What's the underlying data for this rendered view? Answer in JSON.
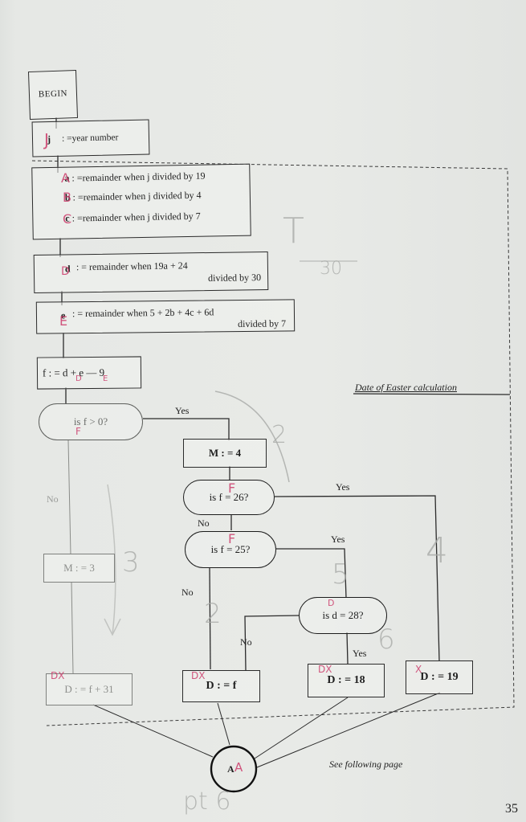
{
  "flowchart": {
    "title": "Date of Easter calculation",
    "begin": "BEGIN",
    "steps": {
      "j": ": =year number",
      "a": ": =remainder when j divided by 19",
      "b": ": =remainder when j divided by  4",
      "c": ": =remainder when j divided by  7",
      "d_line1": ": = remainder when 19a + 24",
      "d_line2": "divided by 30",
      "e_line1": ": = remainder when 5 + 2b + 4c + 6d",
      "e_line2": "divided by 7",
      "f": "f  : = d + e — 9"
    },
    "step_vars": {
      "j": "j",
      "a": "a",
      "b": "b",
      "c": "c",
      "d": "d",
      "e": "e"
    },
    "decisions": {
      "f_gt_0": "is f > 0?",
      "f_eq_26": "is f = 26?",
      "f_eq_25": "is f = 25?",
      "d_eq_28": "is d = 28?"
    },
    "assignments": {
      "m4": "M : = 4",
      "m3": "M : = 3",
      "d_f31": "D : = f + 31",
      "d_f": "D : = f",
      "d_18": "D : = 18",
      "d_19": "D : = 19"
    },
    "branch_labels": {
      "yes": "Yes",
      "no": "No"
    },
    "connector": "A",
    "connector_note": "See following page",
    "page_number": "35"
  },
  "annotations": {
    "handwritten_pen": {
      "j": "J",
      "a": "A",
      "b": "B",
      "c": "C",
      "d": "D",
      "e": "E",
      "f_d": "D",
      "f_e": "E",
      "f_gt0": "F",
      "f26": "F",
      "f25": "F",
      "d28": "D",
      "dx1": "DX",
      "dx2": "DX",
      "dx3": "DX",
      "x4": "X",
      "connector": "A"
    },
    "handwritten_pencil": {
      "step2": "2",
      "step3": "3",
      "step4": "4",
      "step5": "5",
      "step6": "6",
      "step2b": "2",
      "pt": "pt 6",
      "fraction_top": "T",
      "fraction_bottom": "30"
    }
  },
  "colors": {
    "ink": "#1f1f1f",
    "pen": "#cc3b6a",
    "pencil": "#a9aba8",
    "paper": "#e6e8e5"
  }
}
